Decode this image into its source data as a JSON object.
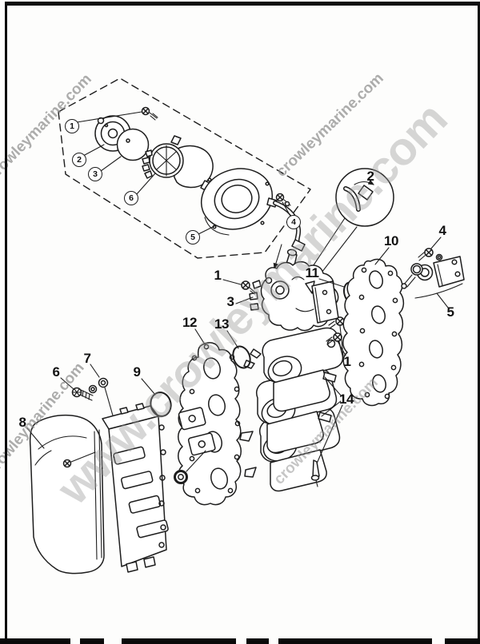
{
  "page": {
    "type": "scanned exploded parts diagram",
    "background": "#fdfdfc",
    "line_color": "#1d1d1d",
    "border_color": "#0d0d0d"
  },
  "watermarks": {
    "large": "www.crowleymarine.com",
    "small_top_left": "crowleymarine.com",
    "small_upper_mid": "crowleymarine.com",
    "small_mid_left": "crowleymarine.com",
    "small_center": "crowleymarine.com"
  },
  "callouts": {
    "circled": [
      {
        "id": "c1",
        "label": "1"
      },
      {
        "id": "c2",
        "label": "2"
      },
      {
        "id": "c3",
        "label": "3"
      },
      {
        "id": "c6",
        "label": "6"
      },
      {
        "id": "c5",
        "label": "5"
      },
      {
        "id": "c4",
        "label": "4"
      }
    ],
    "detail_circle": {
      "label": "2"
    },
    "plain": [
      {
        "id": "p1a",
        "label": "1"
      },
      {
        "id": "p3",
        "label": "3"
      },
      {
        "id": "p11",
        "label": "11"
      },
      {
        "id": "p10",
        "label": "10"
      },
      {
        "id": "p4",
        "label": "4"
      },
      {
        "id": "p5",
        "label": "5"
      },
      {
        "id": "p12",
        "label": "12"
      },
      {
        "id": "p13",
        "label": "13"
      },
      {
        "id": "p9",
        "label": "9"
      },
      {
        "id": "p6",
        "label": "6"
      },
      {
        "id": "p7",
        "label": "7"
      },
      {
        "id": "p8",
        "label": "8"
      },
      {
        "id": "p1b",
        "label": "1"
      },
      {
        "id": "p14",
        "label": "14"
      }
    ]
  }
}
